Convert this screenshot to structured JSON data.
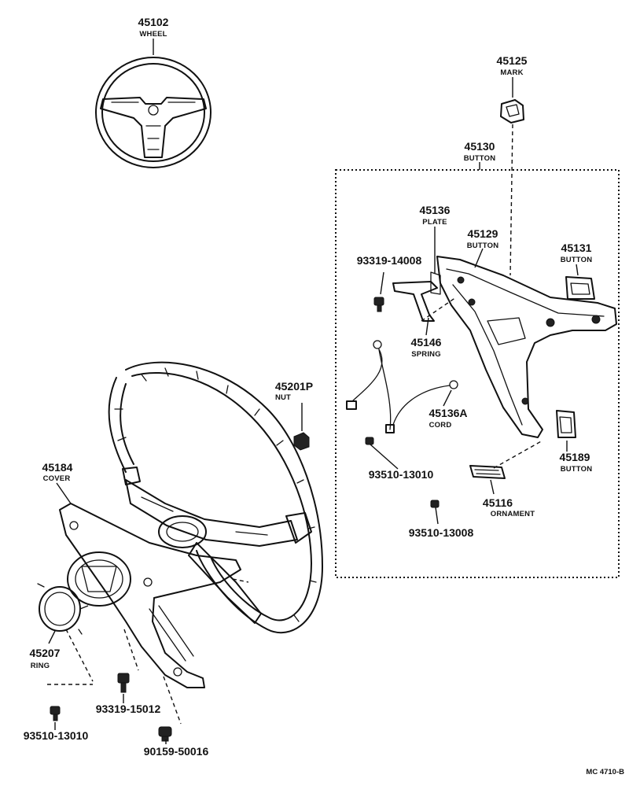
{
  "reference_code": "MC 4710-B",
  "callouts": [
    {
      "id": "wheel",
      "number": "45102",
      "name": "WHEEL"
    },
    {
      "id": "mark",
      "number": "45125",
      "name": "MARK"
    },
    {
      "id": "button-assy",
      "number": "45130",
      "name": "BUTTON"
    },
    {
      "id": "plate",
      "number": "45136",
      "name": "PLATE"
    },
    {
      "id": "button-main",
      "number": "45129",
      "name": "BUTTON"
    },
    {
      "id": "button-side",
      "number": "45131",
      "name": "BUTTON"
    },
    {
      "id": "screw-top",
      "number": "93319-14008",
      "name": ""
    },
    {
      "id": "spring",
      "number": "45146",
      "name": "SPRING"
    },
    {
      "id": "nut",
      "number": "45201P",
      "name": "NUT"
    },
    {
      "id": "cord",
      "number": "45136A",
      "name": "CORD"
    },
    {
      "id": "screw-mid",
      "number": "93510-13010",
      "name": ""
    },
    {
      "id": "button-lower",
      "number": "45189",
      "name": "BUTTON"
    },
    {
      "id": "ornament",
      "number": "45116",
      "name": "ORNAMENT"
    },
    {
      "id": "screw-ornament",
      "number": "93510-13008",
      "name": ""
    },
    {
      "id": "cover",
      "number": "45184",
      "name": "COVER"
    },
    {
      "id": "ring",
      "number": "45207",
      "name": "RING"
    },
    {
      "id": "screw-cover",
      "number": "93319-15012",
      "name": ""
    },
    {
      "id": "screw-ring",
      "number": "93510-13010",
      "name": ""
    },
    {
      "id": "bolt",
      "number": "90159-50016",
      "name": ""
    }
  ]
}
